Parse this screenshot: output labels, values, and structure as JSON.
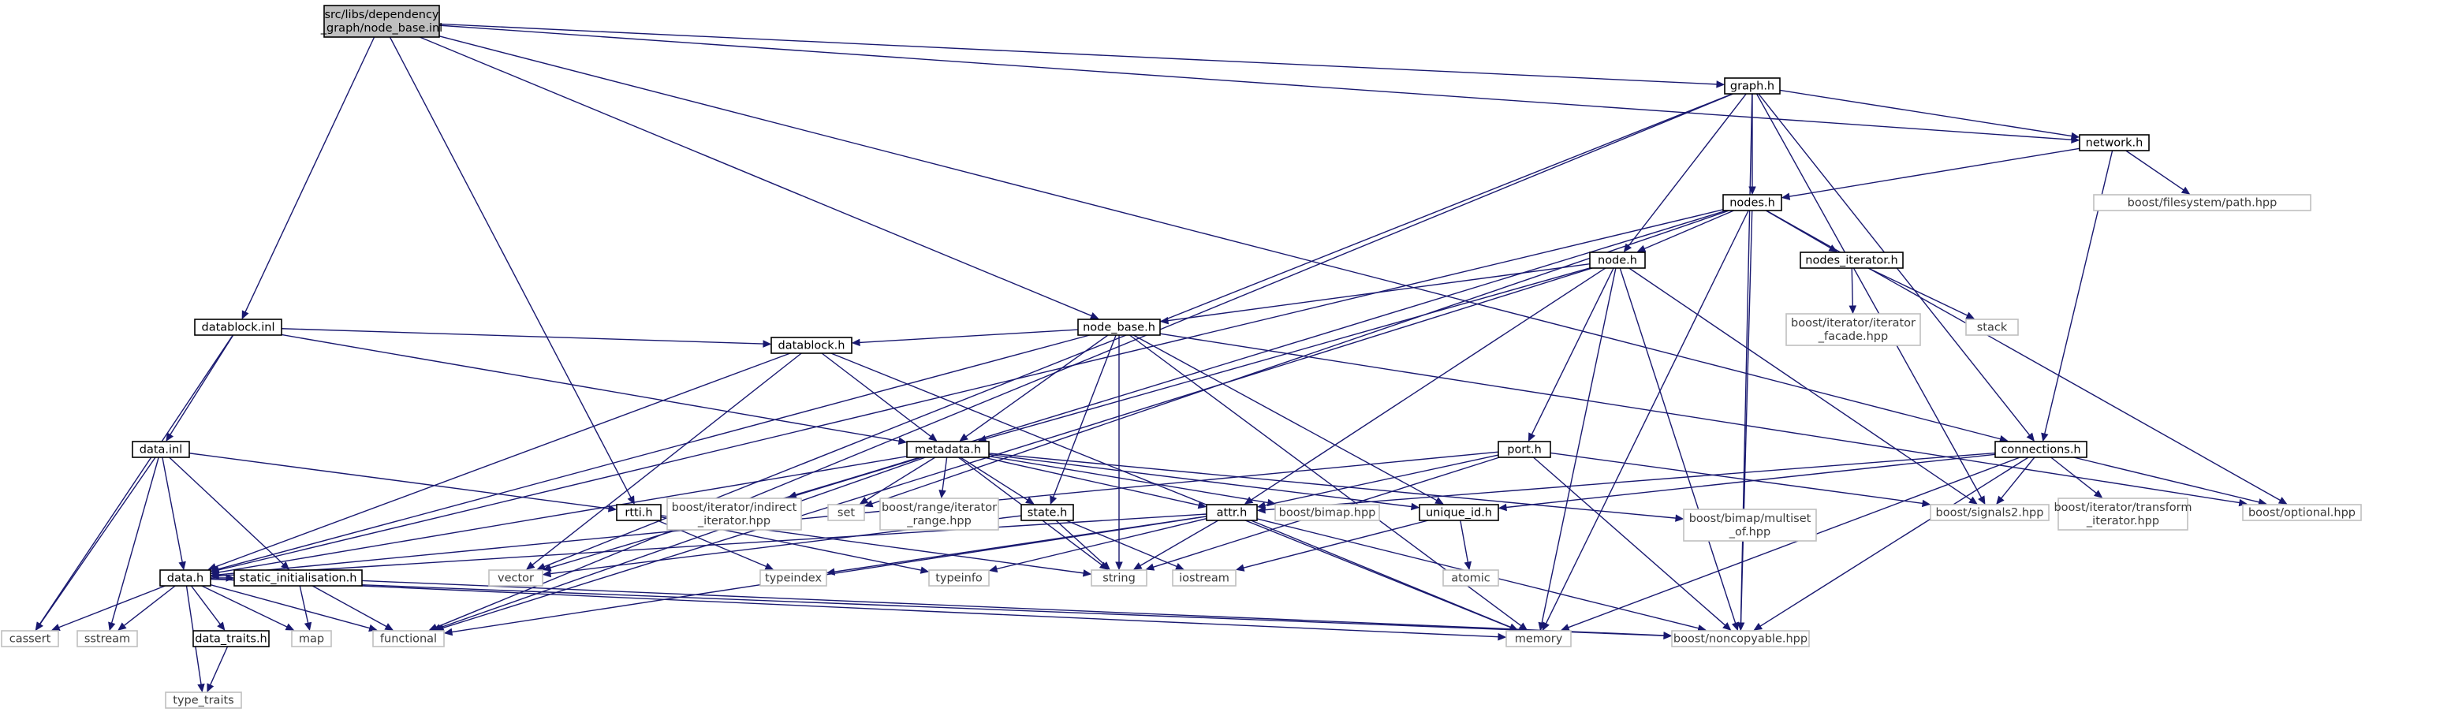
{
  "nodes": [
    {
      "id": "root",
      "kind": "root",
      "lines": [
        "src/libs/dependency",
        "_graph/node_base.inl"
      ]
    },
    {
      "id": "graph_h",
      "kind": "file",
      "lines": [
        "graph.h"
      ]
    },
    {
      "id": "network_h",
      "kind": "file",
      "lines": [
        "network.h"
      ]
    },
    {
      "id": "fs_path",
      "kind": "ext",
      "lines": [
        "boost/filesystem/path.hpp"
      ]
    },
    {
      "id": "nodes_h",
      "kind": "file",
      "lines": [
        "nodes.h"
      ]
    },
    {
      "id": "node_h",
      "kind": "file",
      "lines": [
        "node.h"
      ]
    },
    {
      "id": "nodes_iterator_h",
      "kind": "file",
      "lines": [
        "nodes_iterator.h"
      ]
    },
    {
      "id": "iter_facade",
      "kind": "ext",
      "lines": [
        "boost/iterator/iterator",
        "_facade.hpp"
      ]
    },
    {
      "id": "stack",
      "kind": "ext",
      "lines": [
        "stack"
      ]
    },
    {
      "id": "datablock_inl",
      "kind": "file",
      "lines": [
        "datablock.inl"
      ]
    },
    {
      "id": "node_base_h",
      "kind": "file",
      "lines": [
        "node_base.h"
      ]
    },
    {
      "id": "datablock_h",
      "kind": "file",
      "lines": [
        "datablock.h"
      ]
    },
    {
      "id": "data_inl",
      "kind": "file",
      "lines": [
        "data.inl"
      ]
    },
    {
      "id": "metadata_h",
      "kind": "file",
      "lines": [
        "metadata.h"
      ]
    },
    {
      "id": "port_h",
      "kind": "file",
      "lines": [
        "port.h"
      ]
    },
    {
      "id": "connections_h",
      "kind": "file",
      "lines": [
        "connections.h"
      ]
    },
    {
      "id": "rtti_h",
      "kind": "file",
      "lines": [
        "rtti.h"
      ]
    },
    {
      "id": "indirect_iter",
      "kind": "ext",
      "lines": [
        "boost/iterator/indirect",
        "_iterator.hpp"
      ]
    },
    {
      "id": "set",
      "kind": "ext",
      "lines": [
        "set"
      ]
    },
    {
      "id": "range_iter",
      "kind": "ext",
      "lines": [
        "boost/range/iterator",
        "_range.hpp"
      ]
    },
    {
      "id": "state_h",
      "kind": "file",
      "lines": [
        "state.h"
      ]
    },
    {
      "id": "attr_h",
      "kind": "file",
      "lines": [
        "attr.h"
      ]
    },
    {
      "id": "bimap",
      "kind": "ext",
      "lines": [
        "boost/bimap.hpp"
      ]
    },
    {
      "id": "unique_id_h",
      "kind": "file",
      "lines": [
        "unique_id.h"
      ]
    },
    {
      "id": "bimap_multiset",
      "kind": "ext",
      "lines": [
        "boost/bimap/multiset",
        "_of.hpp"
      ]
    },
    {
      "id": "signals2",
      "kind": "ext",
      "lines": [
        "boost/signals2.hpp"
      ]
    },
    {
      "id": "transform_iter",
      "kind": "ext",
      "lines": [
        "boost/iterator/transform",
        "_iterator.hpp"
      ]
    },
    {
      "id": "optional",
      "kind": "ext",
      "lines": [
        "boost/optional.hpp"
      ]
    },
    {
      "id": "data_h",
      "kind": "file",
      "lines": [
        "data.h"
      ]
    },
    {
      "id": "static_init_h",
      "kind": "file",
      "lines": [
        "static_initialisation.h"
      ]
    },
    {
      "id": "vector",
      "kind": "ext",
      "lines": [
        "vector"
      ]
    },
    {
      "id": "typeindex",
      "kind": "ext",
      "lines": [
        "typeindex"
      ]
    },
    {
      "id": "typeinfo",
      "kind": "ext",
      "lines": [
        "typeinfo"
      ]
    },
    {
      "id": "string",
      "kind": "ext",
      "lines": [
        "string"
      ]
    },
    {
      "id": "iostream",
      "kind": "ext",
      "lines": [
        "iostream"
      ]
    },
    {
      "id": "atomic",
      "kind": "ext",
      "lines": [
        "atomic"
      ]
    },
    {
      "id": "cassert",
      "kind": "ext",
      "lines": [
        "cassert"
      ]
    },
    {
      "id": "sstream",
      "kind": "ext",
      "lines": [
        "sstream"
      ]
    },
    {
      "id": "map",
      "kind": "ext",
      "lines": [
        "map"
      ]
    },
    {
      "id": "functional",
      "kind": "ext",
      "lines": [
        "functional"
      ]
    },
    {
      "id": "memory",
      "kind": "ext",
      "lines": [
        "memory"
      ]
    },
    {
      "id": "noncopyable",
      "kind": "ext",
      "lines": [
        "boost/noncopyable.hpp"
      ]
    },
    {
      "id": "data_traits_h",
      "kind": "file",
      "lines": [
        "data_traits.h"
      ]
    },
    {
      "id": "type_traits",
      "kind": "ext",
      "lines": [
        "type_traits"
      ]
    }
  ],
  "edges": [
    [
      "root",
      "graph_h"
    ],
    [
      "root",
      "network_h"
    ],
    [
      "root",
      "connections_h"
    ],
    [
      "root",
      "datablock_inl"
    ],
    [
      "root",
      "node_base_h"
    ],
    [
      "root",
      "rtti_h"
    ],
    [
      "graph_h",
      "network_h"
    ],
    [
      "graph_h",
      "nodes_h"
    ],
    [
      "graph_h",
      "node_h"
    ],
    [
      "graph_h",
      "connections_h"
    ],
    [
      "graph_h",
      "signals2"
    ],
    [
      "graph_h",
      "functional"
    ],
    [
      "graph_h",
      "vector"
    ],
    [
      "graph_h",
      "noncopyable"
    ],
    [
      "network_h",
      "nodes_h"
    ],
    [
      "network_h",
      "connections_h"
    ],
    [
      "network_h",
      "fs_path"
    ],
    [
      "nodes_h",
      "node_h"
    ],
    [
      "nodes_h",
      "nodes_iterator_h"
    ],
    [
      "nodes_h",
      "data_h"
    ],
    [
      "nodes_h",
      "indirect_iter"
    ],
    [
      "nodes_h",
      "set"
    ],
    [
      "nodes_h",
      "optional"
    ],
    [
      "nodes_h",
      "memory"
    ],
    [
      "nodes_h",
      "noncopyable"
    ],
    [
      "nodes_iterator_h",
      "iter_facade"
    ],
    [
      "nodes_iterator_h",
      "stack"
    ],
    [
      "node_h",
      "node_base_h"
    ],
    [
      "node_h",
      "metadata_h"
    ],
    [
      "node_h",
      "port_h"
    ],
    [
      "node_h",
      "attr_h"
    ],
    [
      "node_h",
      "signals2"
    ],
    [
      "node_h",
      "memory"
    ],
    [
      "node_h",
      "noncopyable"
    ],
    [
      "node_h",
      "functional"
    ],
    [
      "datablock_inl",
      "datablock_h"
    ],
    [
      "datablock_inl",
      "data_inl"
    ],
    [
      "datablock_inl",
      "metadata_h"
    ],
    [
      "datablock_inl",
      "cassert"
    ],
    [
      "node_base_h",
      "datablock_h"
    ],
    [
      "node_base_h",
      "metadata_h"
    ],
    [
      "node_base_h",
      "state_h"
    ],
    [
      "node_base_h",
      "unique_id_h"
    ],
    [
      "node_base_h",
      "data_h"
    ],
    [
      "node_base_h",
      "string"
    ],
    [
      "node_base_h",
      "memory"
    ],
    [
      "node_base_h",
      "optional"
    ],
    [
      "datablock_h",
      "metadata_h"
    ],
    [
      "datablock_h",
      "data_h"
    ],
    [
      "datablock_h",
      "vector"
    ],
    [
      "datablock_h",
      "memory"
    ],
    [
      "data_inl",
      "data_h"
    ],
    [
      "data_inl",
      "rtti_h"
    ],
    [
      "data_inl",
      "static_init_h"
    ],
    [
      "data_inl",
      "cassert"
    ],
    [
      "data_inl",
      "sstream"
    ],
    [
      "metadata_h",
      "indirect_iter"
    ],
    [
      "metadata_h",
      "set"
    ],
    [
      "metadata_h",
      "range_iter"
    ],
    [
      "metadata_h",
      "state_h"
    ],
    [
      "metadata_h",
      "attr_h"
    ],
    [
      "metadata_h",
      "bimap"
    ],
    [
      "metadata_h",
      "unique_id_h"
    ],
    [
      "metadata_h",
      "bimap_multiset"
    ],
    [
      "metadata_h",
      "data_h"
    ],
    [
      "metadata_h",
      "vector"
    ],
    [
      "metadata_h",
      "string"
    ],
    [
      "metadata_h",
      "functional"
    ],
    [
      "port_h",
      "attr_h"
    ],
    [
      "port_h",
      "signals2"
    ],
    [
      "port_h",
      "data_h"
    ],
    [
      "port_h",
      "string"
    ],
    [
      "port_h",
      "noncopyable"
    ],
    [
      "connections_h",
      "signals2"
    ],
    [
      "connections_h",
      "transform_iter"
    ],
    [
      "connections_h",
      "optional"
    ],
    [
      "connections_h",
      "unique_id_h"
    ],
    [
      "connections_h",
      "attr_h"
    ],
    [
      "connections_h",
      "memory"
    ],
    [
      "connections_h",
      "noncopyable"
    ],
    [
      "rtti_h",
      "typeindex"
    ],
    [
      "rtti_h",
      "typeinfo"
    ],
    [
      "rtti_h",
      "string"
    ],
    [
      "state_h",
      "vector"
    ],
    [
      "state_h",
      "string"
    ],
    [
      "state_h",
      "iostream"
    ],
    [
      "attr_h",
      "data_h"
    ],
    [
      "attr_h",
      "typeindex"
    ],
    [
      "attr_h",
      "typeinfo"
    ],
    [
      "attr_h",
      "string"
    ],
    [
      "attr_h",
      "functional"
    ],
    [
      "attr_h",
      "memory"
    ],
    [
      "attr_h",
      "noncopyable"
    ],
    [
      "unique_id_h",
      "atomic"
    ],
    [
      "unique_id_h",
      "iostream"
    ],
    [
      "data_h",
      "data_traits_h"
    ],
    [
      "data_h",
      "static_init_h"
    ],
    [
      "data_h",
      "cassert"
    ],
    [
      "data_h",
      "sstream"
    ],
    [
      "data_h",
      "map"
    ],
    [
      "data_h",
      "functional"
    ],
    [
      "data_h",
      "memory"
    ],
    [
      "data_h",
      "type_traits"
    ],
    [
      "data_h",
      "noncopyable"
    ],
    [
      "static_init_h",
      "map"
    ],
    [
      "static_init_h",
      "functional"
    ],
    [
      "static_init_h",
      "noncopyable"
    ],
    [
      "data_traits_h",
      "type_traits"
    ]
  ]
}
